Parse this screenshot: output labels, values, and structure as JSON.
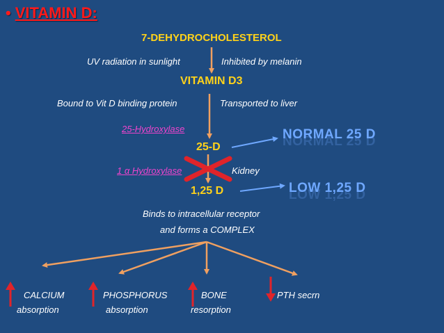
{
  "title": {
    "bullet": "•",
    "text": "VITAMIN D:"
  },
  "nodes": {
    "dehydro": "7-DEHYDROCHOLESTEROL",
    "uv": "UV radiation in sunlight",
    "melanin": "Inhibited by melanin",
    "vitd3": "VITAMIN D3",
    "bound": "Bound to Vit D binding protein",
    "liver": "Transported to liver",
    "hydroxylase25": "25-Hydroxylase",
    "d25": "25-D",
    "hydroxylase1a": "1 α Hydroxylase",
    "kidney": "Kidney",
    "d125": "1,25 D",
    "binds": "Binds to intracellular receptor",
    "complex": "and forms a COMPLEX"
  },
  "callouts": {
    "normal": "NORMAL 25 D",
    "low": "LOW 1,25 D"
  },
  "effects": [
    {
      "line1": "CALCIUM",
      "line2": "absorption",
      "direction": "up"
    },
    {
      "line1": "PHOSPHORUS",
      "line2": "absorption",
      "direction": "up"
    },
    {
      "line1": "BONE",
      "line2": "resorption",
      "direction": "up"
    },
    {
      "line1": "PTH secrn",
      "line2": "",
      "direction": "down"
    }
  ],
  "colors": {
    "background": "#1f4b80",
    "title": "#ff1a1a",
    "node": "#ffd21a",
    "enzyme": "#ee44cc",
    "arrow": "#f0a060",
    "callout": "#6fa8ff",
    "effect_arrow": "#e0242a",
    "cross": "#e0242a"
  }
}
